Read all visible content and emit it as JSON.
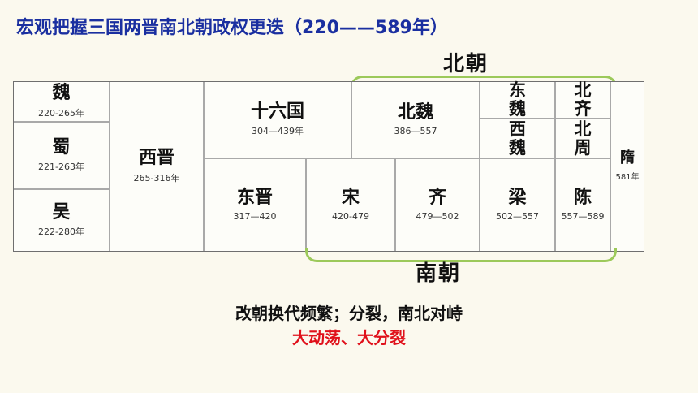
{
  "title": "宏观把握三国两晋南北朝政权更迭（220——589年）",
  "labels": {
    "north": "北朝",
    "south": "南朝"
  },
  "states": {
    "wei": {
      "name": "魏",
      "years": "220-265年"
    },
    "shu": {
      "name": "蜀",
      "years": "221-263年"
    },
    "wu": {
      "name": "吴",
      "years": "222-280年"
    },
    "xijin": {
      "name": "西晋",
      "years": "265-316年"
    },
    "shiliuguo": {
      "name": "十六国",
      "years": "304—439年"
    },
    "dongjin": {
      "name": "东晋",
      "years": "317—420"
    },
    "beiwei": {
      "name": "北魏",
      "years": "386—557"
    },
    "dongwei": {
      "name": "东魏"
    },
    "beiqi": {
      "name": "北齐"
    },
    "xiwei": {
      "name": "西魏"
    },
    "beizhou": {
      "name": "北周"
    },
    "song": {
      "name": "宋",
      "years": "420-479"
    },
    "qi": {
      "name": "齐",
      "years": "479—502"
    },
    "liang": {
      "name": "梁",
      "years": "502—557"
    },
    "chen": {
      "name": "陈",
      "years": "557—589"
    },
    "sui": {
      "name": "隋",
      "years": "581年"
    }
  },
  "summary": {
    "line1": "改朝换代频繁；分裂，南北对峙",
    "line2": "大动荡、大分裂"
  },
  "colors": {
    "title": "#1a2fa0",
    "bracket": "#9cc95a",
    "emphasis": "#e0111b",
    "text": "#111111"
  }
}
